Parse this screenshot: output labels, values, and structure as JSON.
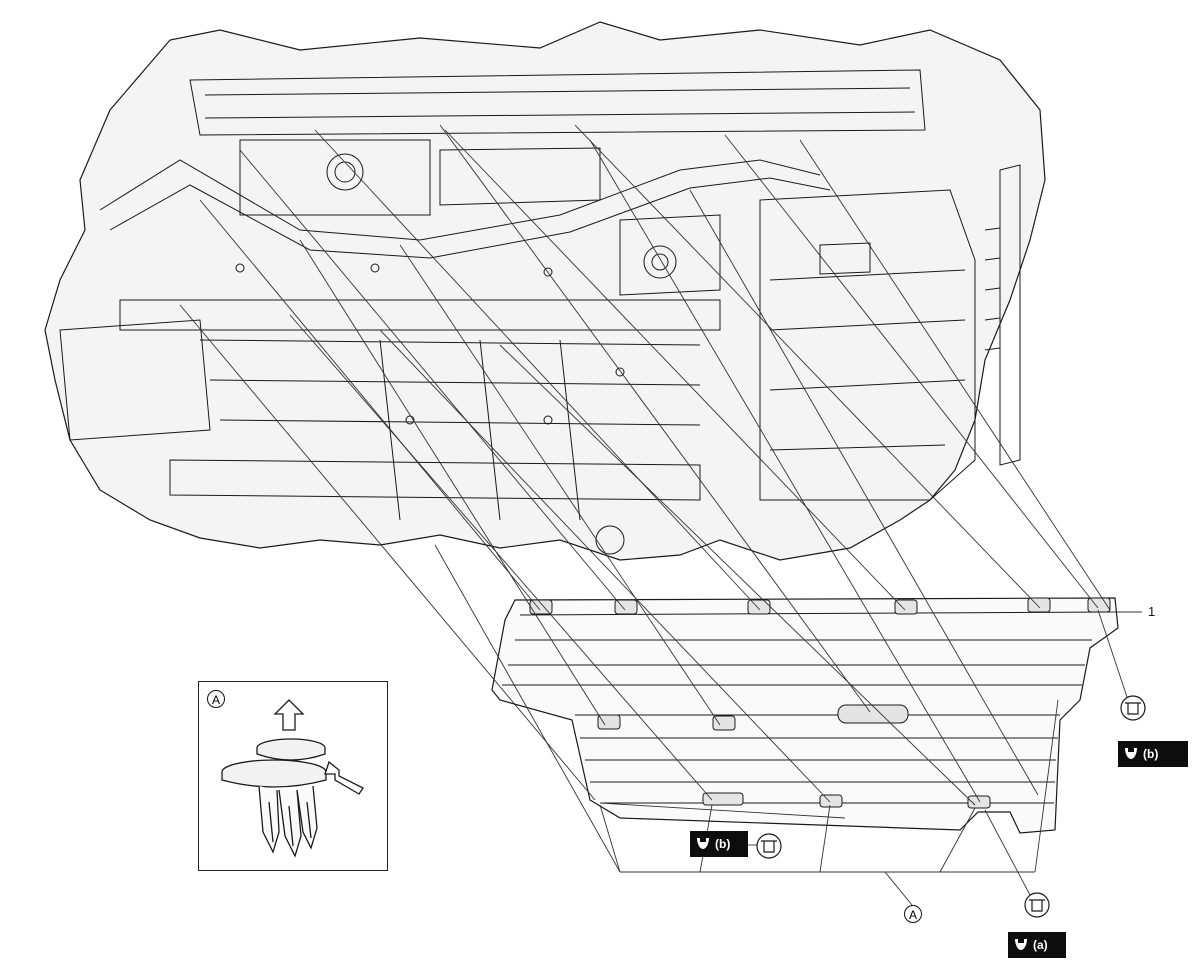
{
  "labels": {
    "part_number": "1",
    "view_marker_inset": "A",
    "view_marker_callout": "A"
  },
  "torque_badges": [
    {
      "id": "b-right",
      "text": "(b)"
    },
    {
      "id": "b-center",
      "text": "(b)"
    },
    {
      "id": "a-bottom",
      "text": "(a)"
    }
  ],
  "colors": {
    "line": "#1a1a1a",
    "body_fill": "#f4f4f4",
    "badge_bg": "#0d0d0d",
    "badge_text": "#ffffff"
  },
  "icons": [
    "wrench-icon",
    "clip-fastener-icon",
    "arrow-up-icon",
    "arrow-push-icon"
  ]
}
